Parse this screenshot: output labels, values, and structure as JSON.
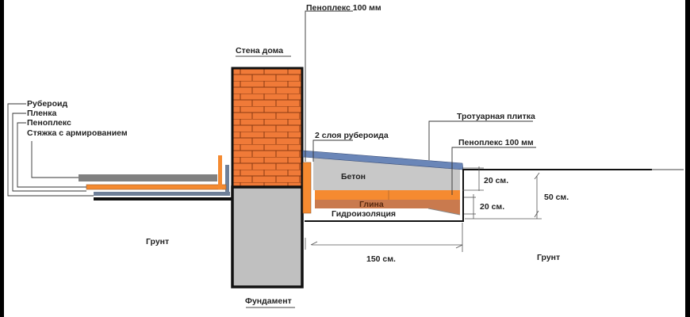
{
  "labels": {
    "wall": "Стена дома",
    "penoplex_top": "Пеноплекс 100 мм",
    "ruberoid": "Рубероид",
    "film": "Пленка",
    "penoplex_left": "Пеноплекс",
    "screed": "Стяжка с армированием",
    "two_layers_ruberoid": "2 слоя рубероида",
    "paving": "Тротуарная плитка",
    "penoplex_right": "Пеноплекс 100 мм",
    "concrete": "Бетон",
    "clay": "Глина",
    "waterproofing": "Гидроизоляция",
    "soil_left": "Грунт",
    "soil_right": "Грунт",
    "foundation": "Фундамент"
  },
  "dimensions": {
    "top_layer": "20 см.",
    "bottom_layer": "20 см.",
    "total_depth": "50 см.",
    "width": "150 см."
  },
  "colors": {
    "brick": "#F07A38",
    "brick_mortar": "#8A3A12",
    "foundation": "#C0C0C0",
    "concrete": "#C8C8C8",
    "penoplex": "#F58A30",
    "clay": "#C97A4E",
    "paving": "#6A86B8",
    "screed": "#808080",
    "film": "#6E7F98",
    "outline": "#111111"
  }
}
